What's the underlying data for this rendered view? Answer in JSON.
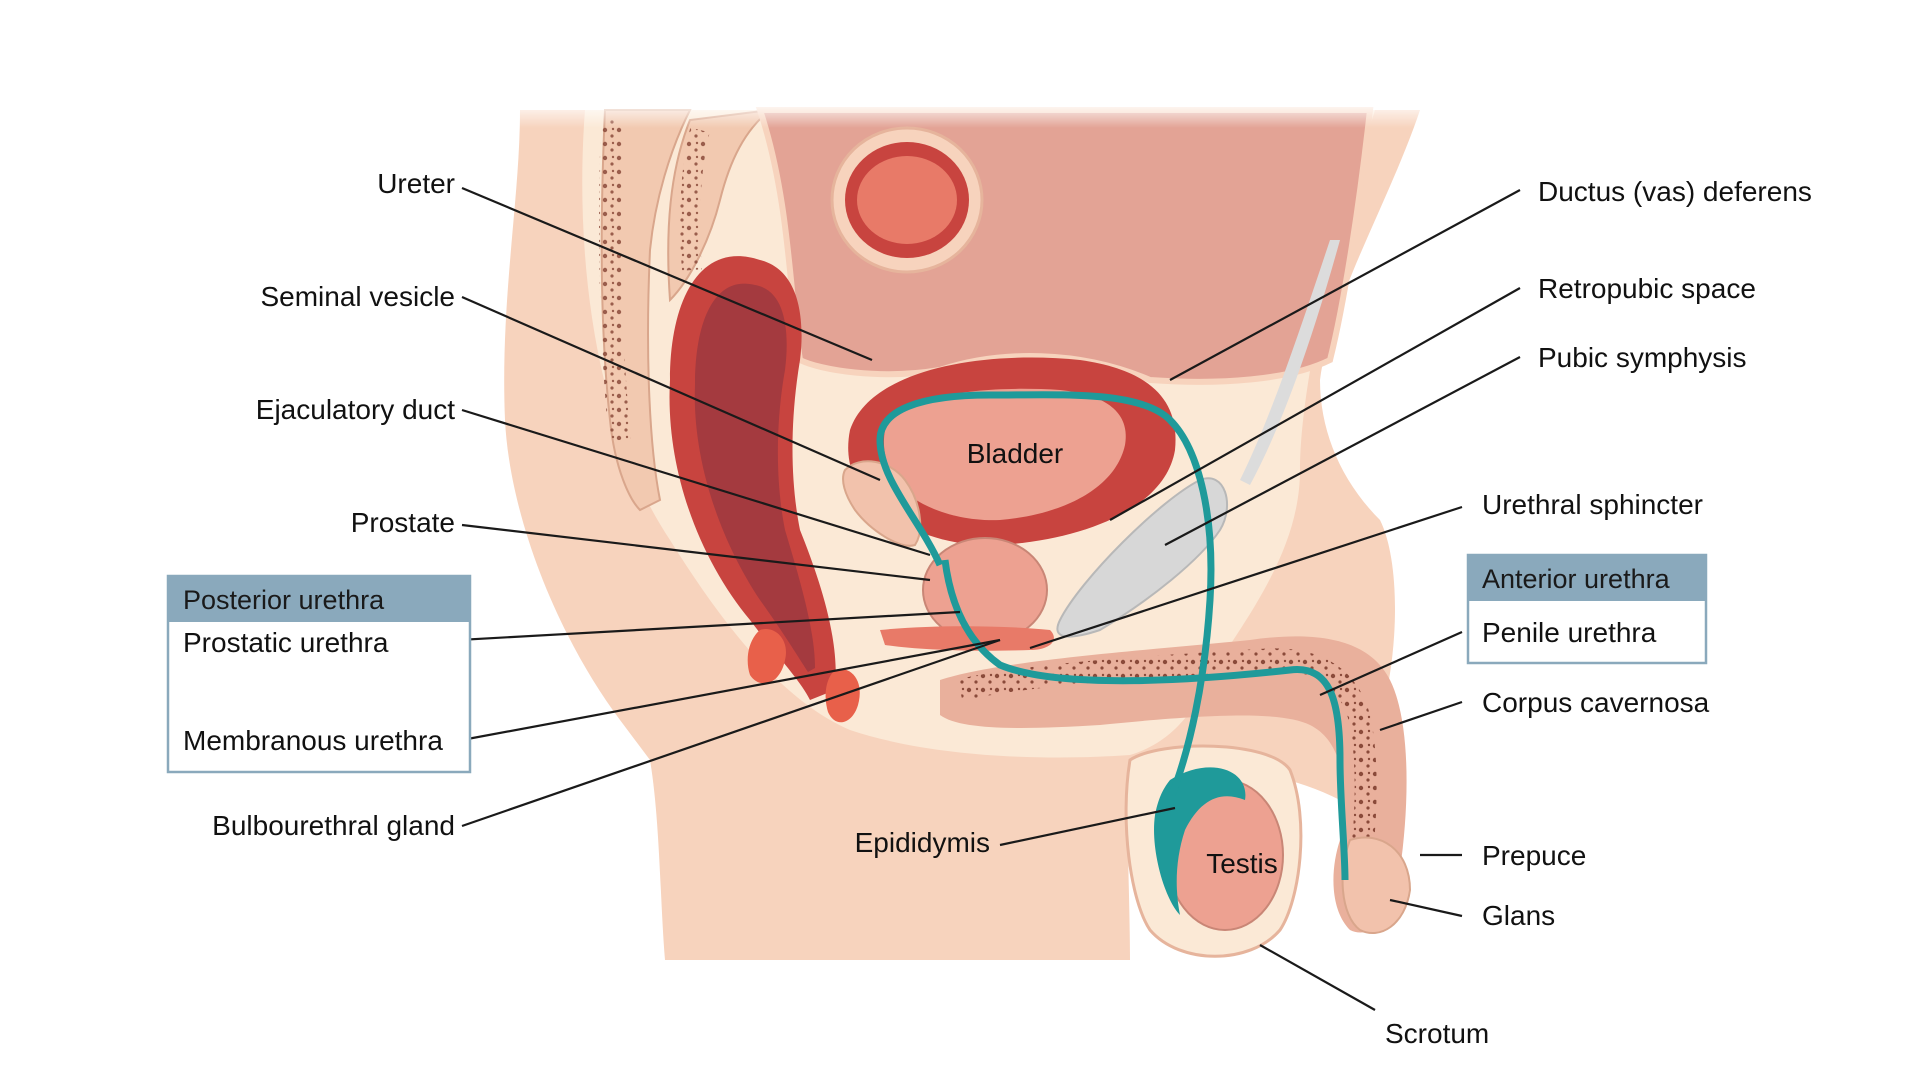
{
  "labels": {
    "ureter": "Ureter",
    "seminal_vesicle": "Seminal vesicle",
    "ejaculatory_duct": "Ejaculatory duct",
    "prostate": "Prostate",
    "bulbourethral_gland": "Bulbourethral gland",
    "ductus_deferens": "Ductus (vas) deferens",
    "retropubic_space": "Retropubic space",
    "pubic_symphysis": "Pubic symphysis",
    "urethral_sphincter": "Urethral sphincter",
    "corpus_cavernosa": "Corpus cavernosa",
    "prepuce": "Prepuce",
    "glans": "Glans",
    "scrotum": "Scrotum",
    "epididymis": "Epididymis",
    "bladder": "Bladder",
    "testis": "Testis"
  },
  "posterior_box": {
    "header": "Posterior urethra",
    "items": [
      "Prostatic urethra",
      "Membranous urethra"
    ]
  },
  "anterior_box": {
    "header": "Anterior urethra",
    "items": [
      "Penile urethra"
    ]
  },
  "colors": {
    "body": "#f7d3bd",
    "tissue_light": "#fbe9d6",
    "muscle": "#c8443f",
    "organ_pink": "#eda191",
    "abdominal": "#e3a395",
    "urethra_teal": "#1f9a9a",
    "box_header": "#8aa9bc",
    "box_border": "#8aa9bc",
    "bone": "#d7d7d7"
  }
}
